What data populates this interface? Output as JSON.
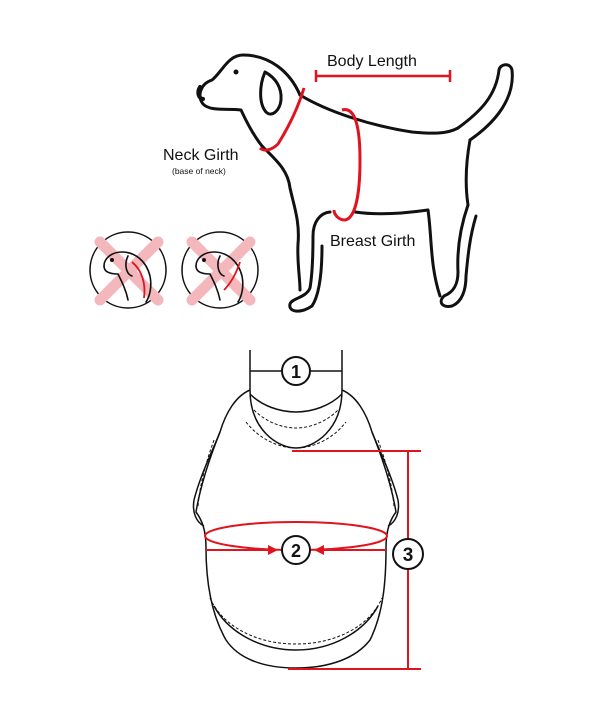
{
  "dog_diagram": {
    "labels": {
      "body_length": "Body Length",
      "neck_girth": "Neck Girth",
      "neck_girth_note": "(base of neck)",
      "breast_girth": "Breast Girth"
    },
    "wrong_examples_count": 2
  },
  "garment_diagram": {
    "markers": {
      "neck_width": "1",
      "chest_girth": "2",
      "length": "3"
    }
  },
  "colors": {
    "outline": "#111111",
    "measure": "#e0141e",
    "cross": "#f4b8bc"
  }
}
